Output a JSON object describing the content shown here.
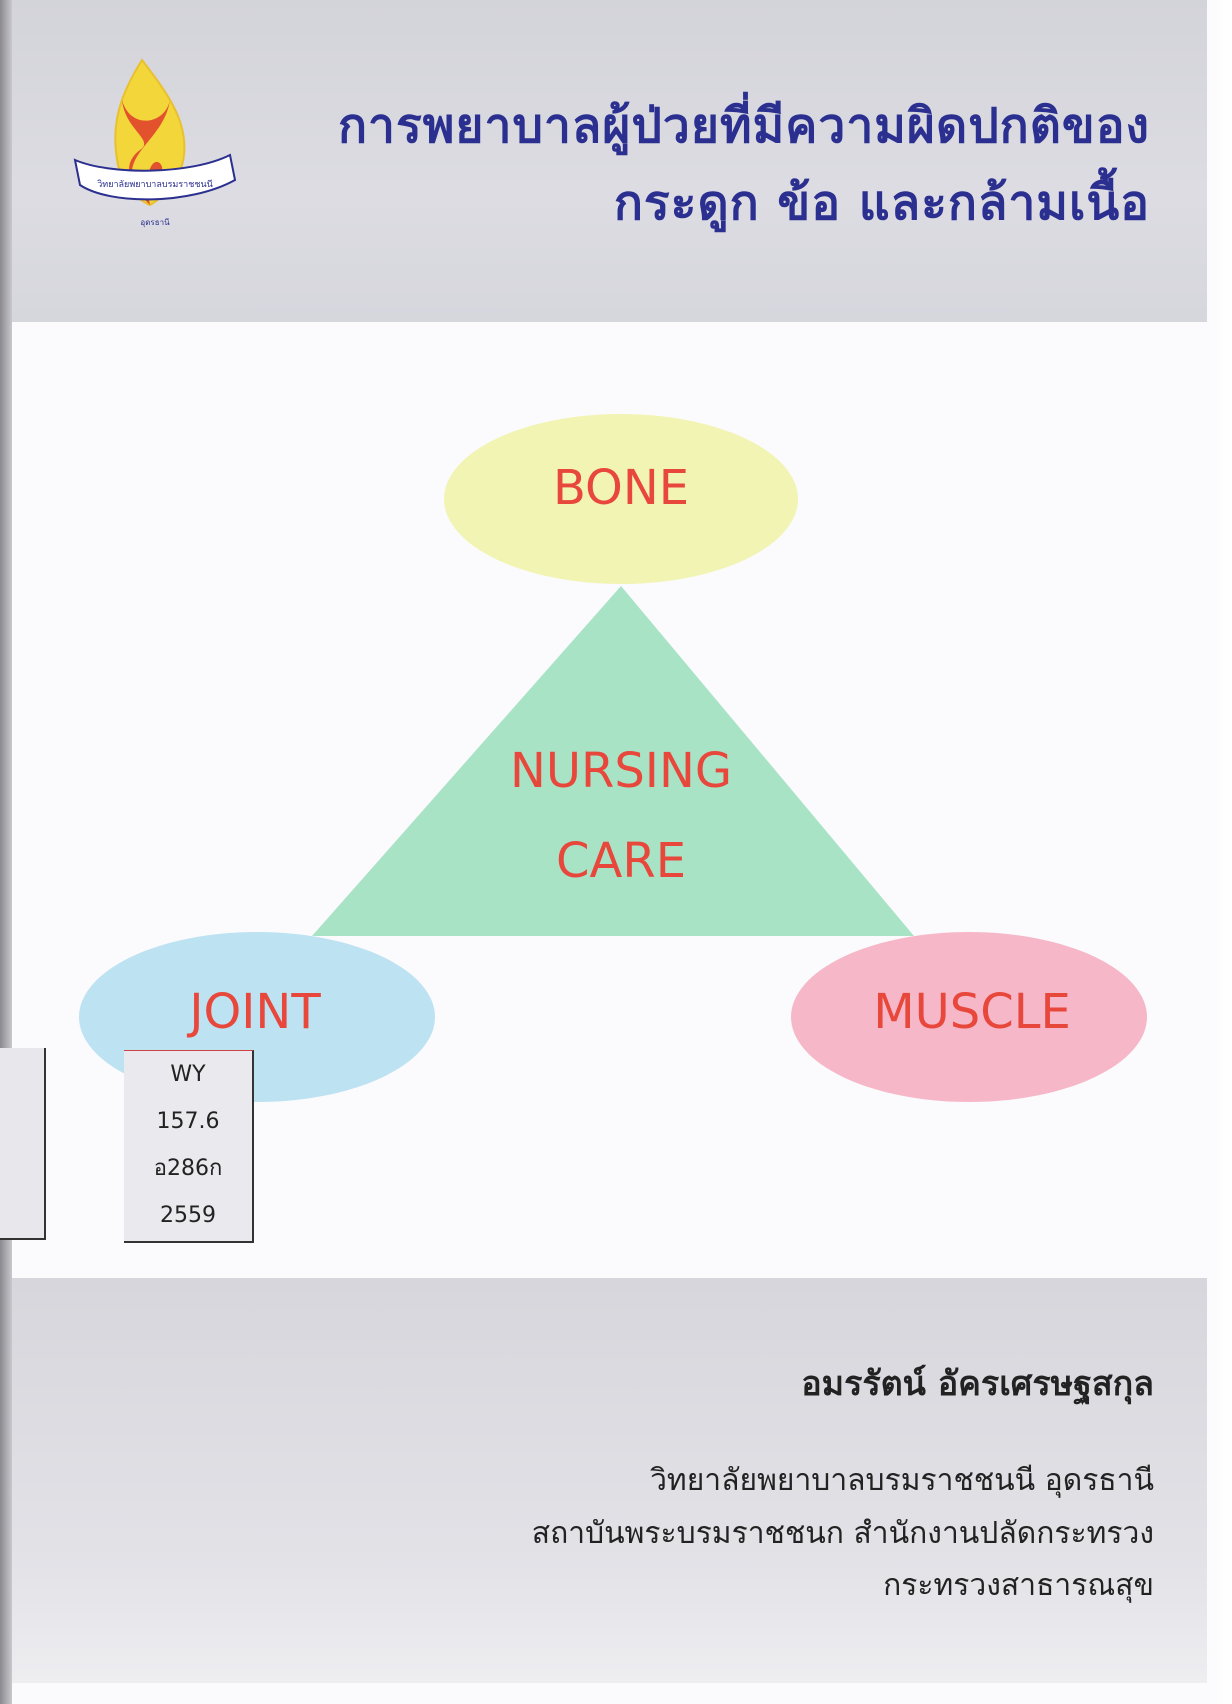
{
  "cover": {
    "title_line1": "การพยาบาลผู้ป่วยที่มีความผิดปกติของ",
    "title_line2": "กระดูก ข้อ และกล้ามเนื้อ",
    "logo": {
      "ribbon_text": "วิทยาลัยพยาบาลบรมราชชนนี",
      "sub_text": "อุดรธานี"
    },
    "diagram": {
      "top": "BONE",
      "center_line1": "NURSING",
      "center_line2": "CARE",
      "left": "JOINT",
      "right": "MUSCLE",
      "colors": {
        "bone": "#f2f4b4",
        "triangle": "#a9e3c6",
        "joint": "#bde2f2",
        "muscle": "#f6b8c9",
        "text": "#e8473b"
      }
    },
    "call_number": [
      "WY",
      "157.6",
      "อ286ก",
      "2559"
    ],
    "author": "อมรรัตน์ อัครเศรษฐสกุล",
    "institution": [
      "วิทยาลัยพยาบาลบรมราชชนนี อุดรธานี",
      "สถาบันพระบรมราชชนก สำนักงานปลัดกระทรวง",
      "กระทรวงสาธารณสุข"
    ]
  }
}
